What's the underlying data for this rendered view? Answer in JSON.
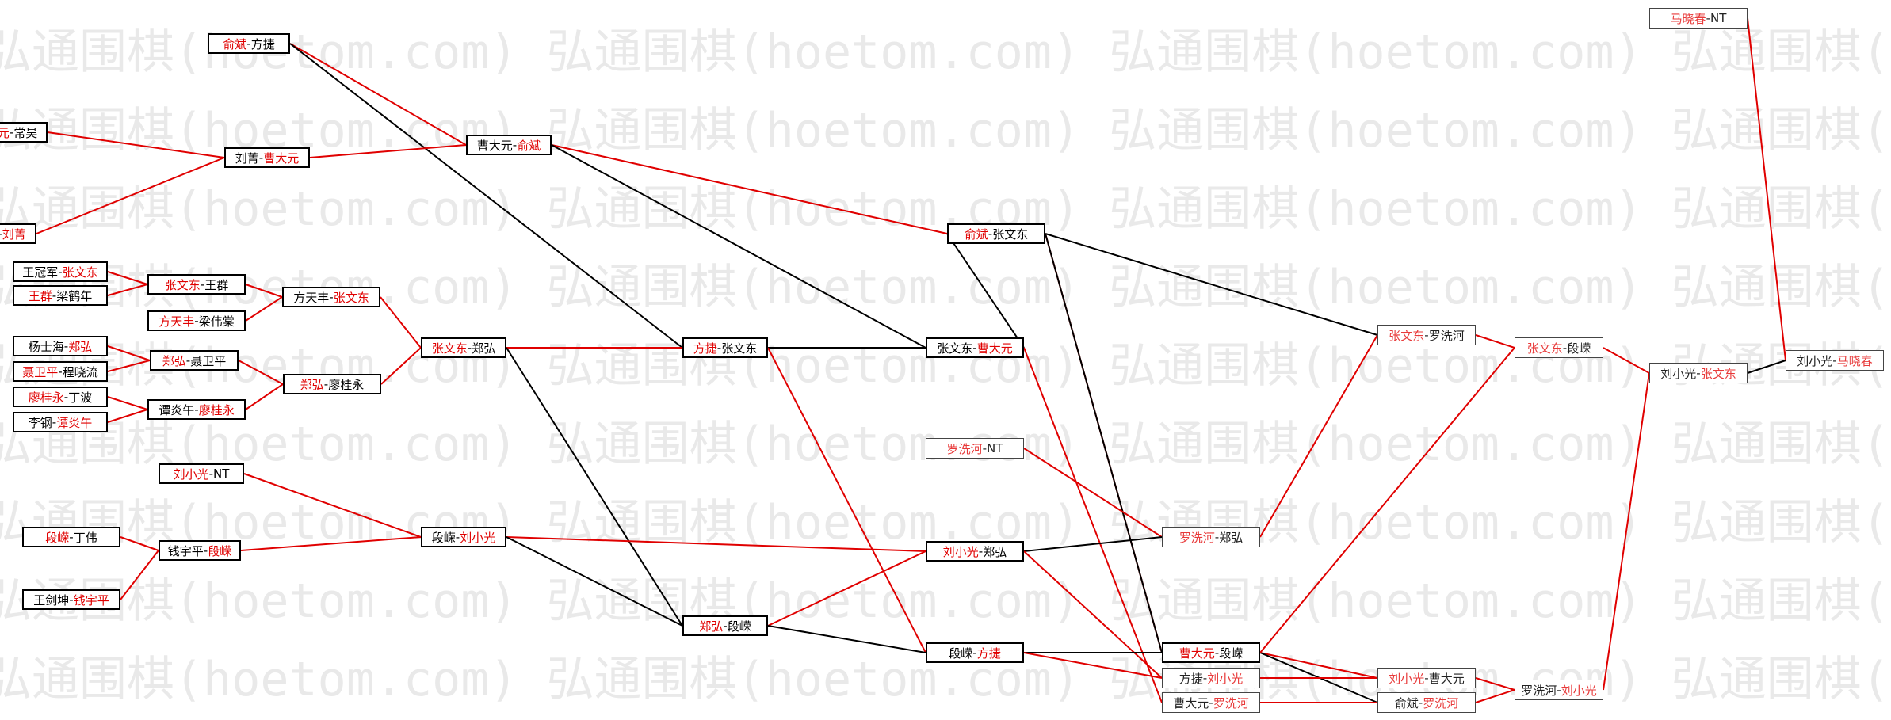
{
  "watermark": "弘通围棋(hoetom.com)",
  "colors": {
    "winner": "#e00000",
    "loser": "#000000"
  },
  "matches": [
    {
      "id": "m1",
      "players": [
        "俞斌",
        "方捷"
      ],
      "winner": 0
    },
    {
      "id": "m2",
      "players": [
        "元",
        "常昊"
      ],
      "winner": 0
    },
    {
      "id": "m3",
      "players": [
        "刘菁",
        "曹大元"
      ],
      "winner": 1
    },
    {
      "id": "m4",
      "players": [
        "曹大元",
        "俞斌"
      ],
      "winner": 1
    },
    {
      "id": "m5",
      "players": [
        "",
        "刘菁"
      ],
      "winner": 1
    },
    {
      "id": "m6",
      "players": [
        "王冠军",
        "张文东"
      ],
      "winner": 1
    },
    {
      "id": "m7",
      "players": [
        "张文东",
        "王群"
      ],
      "winner": 0
    },
    {
      "id": "m8",
      "players": [
        "王群",
        "梁鹤年"
      ],
      "winner": 0
    },
    {
      "id": "m9",
      "players": [
        "方天丰",
        "张文东"
      ],
      "winner": 1
    },
    {
      "id": "m10",
      "players": [
        "方天丰",
        "梁伟棠"
      ],
      "winner": 0
    },
    {
      "id": "m11",
      "players": [
        "张文东",
        "郑弘"
      ],
      "winner": 0
    },
    {
      "id": "m12",
      "players": [
        "杨士海",
        "郑弘"
      ],
      "winner": 1
    },
    {
      "id": "m13",
      "players": [
        "郑弘",
        "聂卫平"
      ],
      "winner": 0
    },
    {
      "id": "m14",
      "players": [
        "聂卫平",
        "程晓流"
      ],
      "winner": 0
    },
    {
      "id": "m15",
      "players": [
        "郑弘",
        "廖桂永"
      ],
      "winner": 0
    },
    {
      "id": "m16",
      "players": [
        "廖桂永",
        "丁波"
      ],
      "winner": 0
    },
    {
      "id": "m17",
      "players": [
        "谭炎午",
        "廖桂永"
      ],
      "winner": 1
    },
    {
      "id": "m18",
      "players": [
        "李钢",
        "谭炎午"
      ],
      "winner": 1
    },
    {
      "id": "m19",
      "players": [
        "刘小光",
        "NT"
      ],
      "winner": 0
    },
    {
      "id": "m20",
      "players": [
        "段嵘",
        "丁伟"
      ],
      "winner": 0
    },
    {
      "id": "m21",
      "players": [
        "钱宇平",
        "段嵘"
      ],
      "winner": 1
    },
    {
      "id": "m22",
      "players": [
        "段嵘",
        "刘小光"
      ],
      "winner": 1
    },
    {
      "id": "m23",
      "players": [
        "王剑坤",
        "钱宇平"
      ],
      "winner": 1
    },
    {
      "id": "m24",
      "players": [
        "方捷",
        "张文东"
      ],
      "winner": 0
    },
    {
      "id": "m25",
      "players": [
        "郑弘",
        "段嵘"
      ],
      "winner": 0
    },
    {
      "id": "m26",
      "players": [
        "俞斌",
        "张文东"
      ],
      "winner": 0
    },
    {
      "id": "m27",
      "players": [
        "张文东",
        "曹大元"
      ],
      "winner": 1
    },
    {
      "id": "m28",
      "players": [
        "罗洗河",
        "NT"
      ],
      "winner": 0
    },
    {
      "id": "m29",
      "players": [
        "刘小光",
        "郑弘"
      ],
      "winner": 0
    },
    {
      "id": "m30",
      "players": [
        "段嵘",
        "方捷"
      ],
      "winner": 1
    },
    {
      "id": "m31",
      "players": [
        "罗洗河",
        "郑弘"
      ],
      "winner": 0
    },
    {
      "id": "m32",
      "players": [
        "曹大元",
        "段嵘"
      ],
      "winner": 0
    },
    {
      "id": "m33",
      "players": [
        "方捷",
        "刘小光"
      ],
      "winner": 1
    },
    {
      "id": "m34",
      "players": [
        "曹大元",
        "罗洗河"
      ],
      "winner": 1
    },
    {
      "id": "m35",
      "players": [
        "张文东",
        "罗洗河"
      ],
      "winner": 0
    },
    {
      "id": "m36",
      "players": [
        "刘小光",
        "曹大元"
      ],
      "winner": 0
    },
    {
      "id": "m37",
      "players": [
        "俞斌",
        "罗洗河"
      ],
      "winner": 1
    },
    {
      "id": "m38",
      "players": [
        "张文东",
        "段嵘"
      ],
      "winner": 0
    },
    {
      "id": "m39",
      "players": [
        "罗洗河",
        "刘小光"
      ],
      "winner": 1
    },
    {
      "id": "m40",
      "players": [
        "刘小光",
        "张文东"
      ],
      "winner": 1
    },
    {
      "id": "m41",
      "players": [
        "马晓春",
        "NT"
      ],
      "winner": 0
    },
    {
      "id": "m42",
      "players": [
        "刘小光",
        "马晓春"
      ],
      "winner": 1
    }
  ],
  "links": [
    {
      "from": "m1",
      "to": "m4",
      "color": "winner"
    },
    {
      "from": "m1",
      "to": "m24",
      "color": "loser"
    },
    {
      "from": "m2",
      "to": "m3",
      "color": "winner"
    },
    {
      "from": "m5",
      "to": "m3",
      "color": "winner"
    },
    {
      "from": "m3",
      "to": "m4",
      "color": "winner"
    },
    {
      "from": "m4",
      "to": "m26",
      "color": "winner"
    },
    {
      "from": "m4",
      "to": "m27",
      "color": "loser"
    },
    {
      "from": "m6",
      "to": "m7",
      "color": "winner"
    },
    {
      "from": "m8",
      "to": "m7",
      "color": "winner"
    },
    {
      "from": "m7",
      "to": "m9",
      "color": "winner"
    },
    {
      "from": "m10",
      "to": "m9",
      "color": "winner"
    },
    {
      "from": "m9",
      "to": "m11",
      "color": "winner"
    },
    {
      "from": "m12",
      "to": "m13",
      "color": "winner"
    },
    {
      "from": "m14",
      "to": "m13",
      "color": "winner"
    },
    {
      "from": "m13",
      "to": "m15",
      "color": "winner"
    },
    {
      "from": "m16",
      "to": "m17",
      "color": "winner"
    },
    {
      "from": "m18",
      "to": "m17",
      "color": "winner"
    },
    {
      "from": "m17",
      "to": "m15",
      "color": "winner"
    },
    {
      "from": "m15",
      "to": "m11",
      "color": "winner"
    },
    {
      "from": "m11",
      "to": "m24",
      "color": "winner"
    },
    {
      "from": "m11",
      "to": "m25",
      "color": "loser"
    },
    {
      "from": "m20",
      "to": "m21",
      "color": "winner"
    },
    {
      "from": "m23",
      "to": "m21",
      "color": "winner"
    },
    {
      "from": "m21",
      "to": "m22",
      "color": "winner"
    },
    {
      "from": "m19",
      "to": "m22",
      "color": "winner"
    },
    {
      "from": "m22",
      "to": "m29",
      "color": "winner"
    },
    {
      "from": "m22",
      "to": "m25",
      "color": "loser"
    },
    {
      "from": "m24",
      "to": "m27",
      "color": "loser"
    },
    {
      "from": "m24",
      "to": "m30",
      "color": "winner"
    },
    {
      "from": "m25",
      "to": "m29",
      "color": "winner"
    },
    {
      "from": "m25",
      "to": "m30",
      "color": "loser"
    },
    {
      "from": "m26",
      "to": "m35",
      "color": "loser"
    },
    {
      "from": "m26",
      "to": "m32",
      "color": "winner"
    },
    {
      "from": "m26",
      "to": "m32",
      "color": "loser"
    },
    {
      "from": "m27",
      "to": "m26",
      "color": "loser"
    },
    {
      "from": "m27",
      "to": "m34",
      "color": "winner"
    },
    {
      "from": "m28",
      "to": "m31",
      "color": "winner"
    },
    {
      "from": "m29",
      "to": "m31",
      "color": "loser"
    },
    {
      "from": "m29",
      "to": "m33",
      "color": "winner"
    },
    {
      "from": "m30",
      "to": "m32",
      "color": "loser"
    },
    {
      "from": "m30",
      "to": "m33",
      "color": "winner"
    },
    {
      "from": "m31",
      "to": "m35",
      "color": "winner"
    },
    {
      "from": "m32",
      "to": "m36",
      "color": "winner"
    },
    {
      "from": "m32",
      "to": "m37",
      "color": "loser"
    },
    {
      "from": "m33",
      "to": "m36",
      "color": "winner"
    },
    {
      "from": "m34",
      "to": "m37",
      "color": "winner"
    },
    {
      "from": "m35",
      "to": "m38",
      "color": "winner"
    },
    {
      "from": "m32",
      "to": "m38",
      "color": "winner"
    },
    {
      "from": "m36",
      "to": "m39",
      "color": "winner"
    },
    {
      "from": "m37",
      "to": "m39",
      "color": "winner"
    },
    {
      "from": "m38",
      "to": "m40",
      "color": "winner"
    },
    {
      "from": "m39",
      "to": "m40",
      "color": "winner"
    },
    {
      "from": "m40",
      "to": "m42",
      "color": "loser"
    },
    {
      "from": "m41",
      "to": "m42",
      "color": "winner"
    }
  ]
}
